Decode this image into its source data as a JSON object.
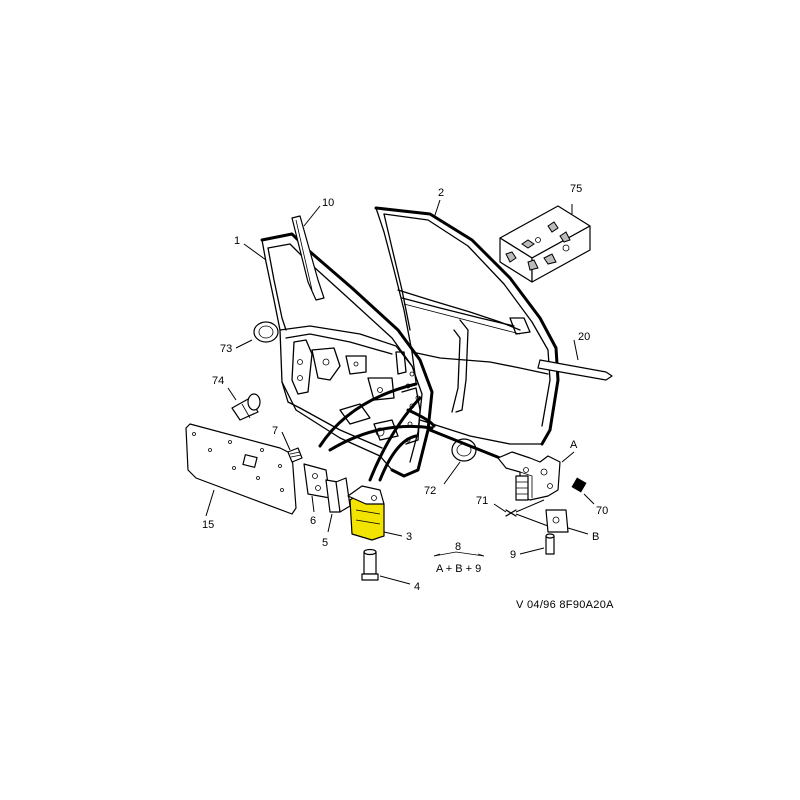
{
  "diagram": {
    "labels": {
      "p1": "1",
      "p2": "2",
      "p3": "3",
      "p4": "4",
      "p5": "5",
      "p6": "6",
      "p7": "7",
      "p8": "8",
      "p9": "9",
      "p10": "10",
      "p15": "15",
      "p20": "20",
      "p70": "70",
      "p71": "71",
      "p72": "72",
      "p73": "73",
      "p74": "74",
      "p75": "75",
      "pA": "A",
      "pB": "B"
    },
    "kit_formula": "A + B + 9",
    "reference": "V 04/96 8F90A20A",
    "colors": {
      "highlight": "#f2e300",
      "line": "#000000"
    }
  }
}
